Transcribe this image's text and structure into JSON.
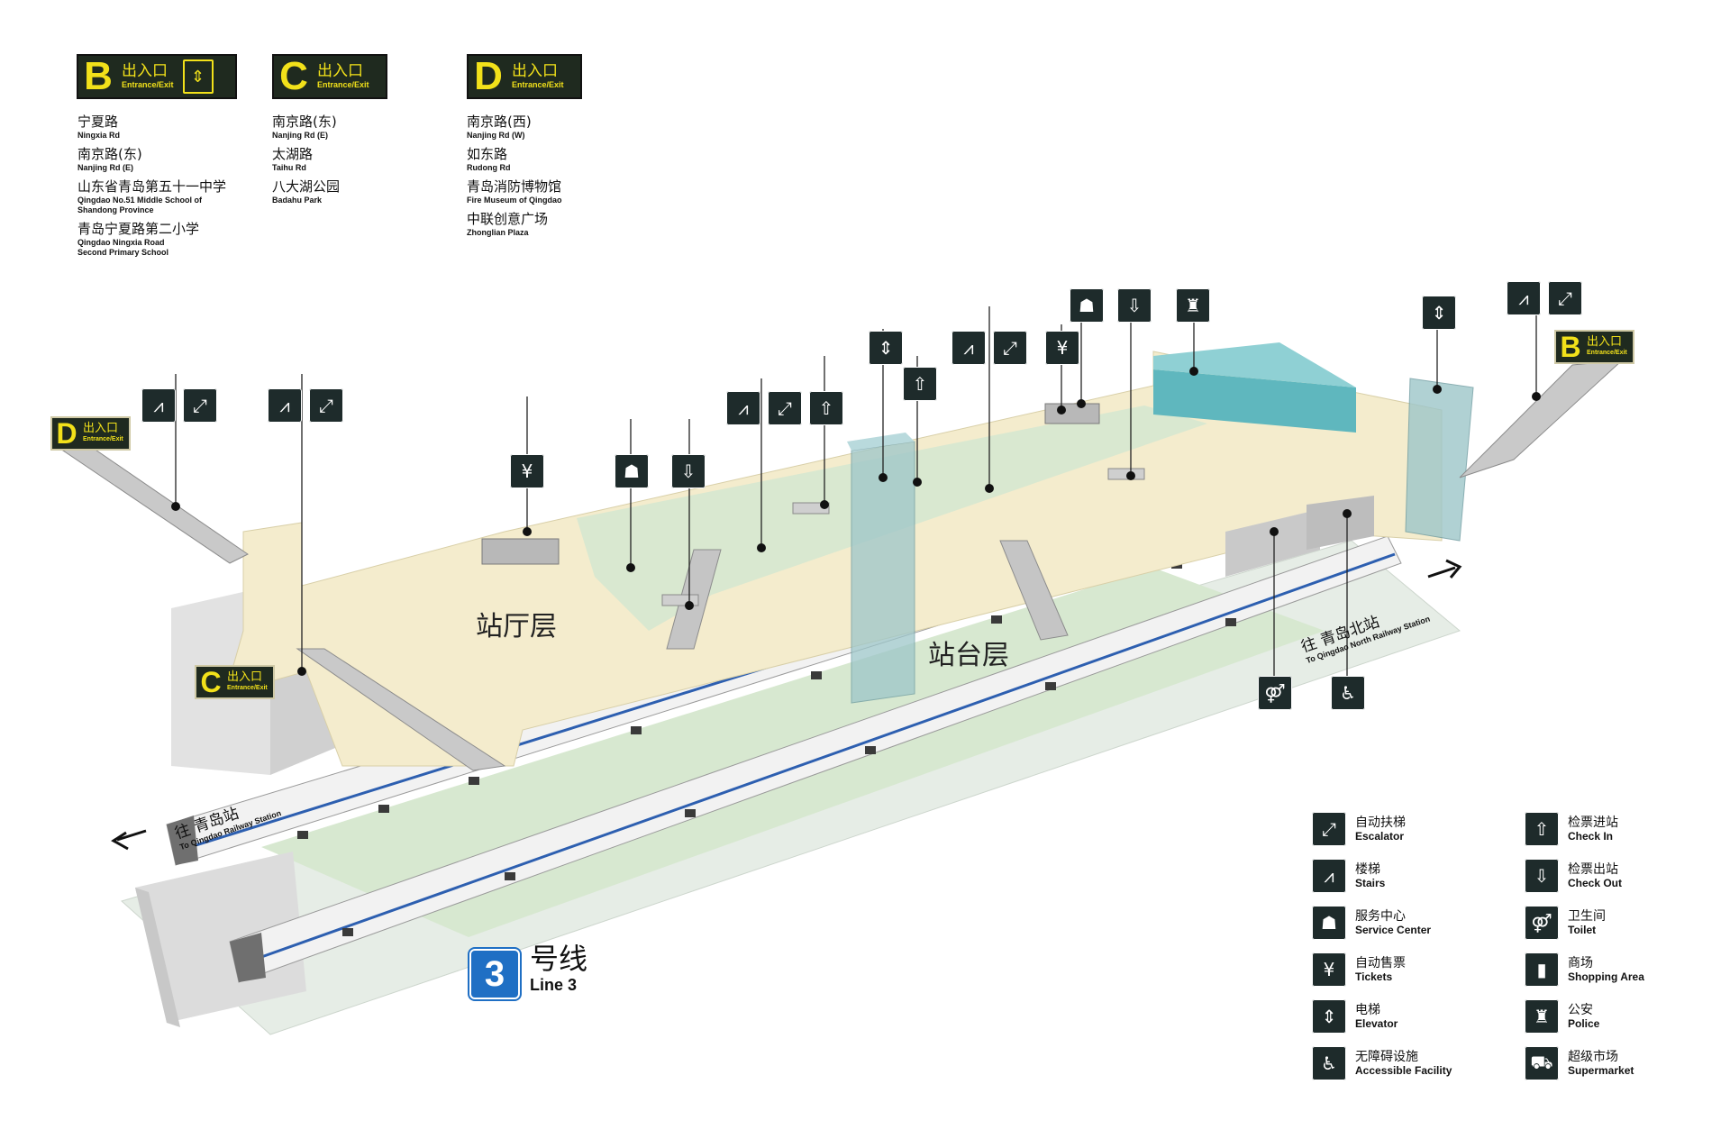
{
  "exits": [
    {
      "letter": "B",
      "label_cn": "出入口",
      "label_en": "Entrance/Exit",
      "has_elevator": true,
      "destinations": [
        {
          "cn": "宁夏路",
          "en": "Ningxia Rd"
        },
        {
          "cn": "南京路(东)",
          "en": "Nanjing Rd (E)"
        },
        {
          "cn": "山东省青岛第五十一中学",
          "en": "Qingdao No.51 Middle School of",
          "en2": "Shandong Province"
        },
        {
          "cn": "青岛宁夏路第二小学",
          "en": "Qingdao Ningxia Road",
          "en2": "Second Primary School"
        }
      ]
    },
    {
      "letter": "C",
      "label_cn": "出入口",
      "label_en": "Entrance/Exit",
      "has_elevator": false,
      "destinations": [
        {
          "cn": "南京路(东)",
          "en": "Nanjing Rd (E)"
        },
        {
          "cn": "太湖路",
          "en": "Taihu Rd"
        },
        {
          "cn": "八大湖公园",
          "en": "Badahu Park"
        }
      ]
    },
    {
      "letter": "D",
      "label_cn": "出入口",
      "label_en": "Entrance/Exit",
      "has_elevator": false,
      "destinations": [
        {
          "cn": "南京路(西)",
          "en": "Nanjing Rd (W)"
        },
        {
          "cn": "如东路",
          "en": "Rudong Rd"
        },
        {
          "cn": "青岛消防博物馆",
          "en": "Fire Museum of Qingdao"
        },
        {
          "cn": "中联创意广场",
          "en": "Zhonglian Plaza"
        }
      ]
    }
  ],
  "map_exits": {
    "D": {
      "letter": "D",
      "cn": "出入口",
      "en": "Entrance/Exit"
    },
    "C": {
      "letter": "C",
      "cn": "出入口",
      "en": "Entrance/Exit"
    },
    "B": {
      "letter": "B",
      "cn": "出入口",
      "en": "Entrance/Exit"
    }
  },
  "floors": {
    "concourse": "站厅层",
    "platform": "站台层"
  },
  "directions": {
    "north": {
      "cn": "往 青岛北站",
      "en": "To Qingdao North Railway Station"
    },
    "south": {
      "cn": "往 青岛站",
      "en": "To Qingdao Railway Station"
    }
  },
  "line": {
    "number": "3",
    "cn": "号线",
    "en": "Line 3",
    "color": "#1f6fc4"
  },
  "legend": [
    {
      "icon": "escalator-icon",
      "glyph": "⤢",
      "cn": "自动扶梯",
      "en": "Escalator"
    },
    {
      "icon": "check-in-icon",
      "glyph": "⇧",
      "cn": "检票进站",
      "en": "Check In"
    },
    {
      "icon": "stairs-icon",
      "glyph": "⩘",
      "cn": "楼梯",
      "en": "Stairs"
    },
    {
      "icon": "check-out-icon",
      "glyph": "⇩",
      "cn": "检票出站",
      "en": "Check Out"
    },
    {
      "icon": "service-center-icon",
      "glyph": "☗",
      "cn": "服务中心",
      "en": "Service Center"
    },
    {
      "icon": "toilet-icon",
      "glyph": "⚤",
      "cn": "卫生间",
      "en": "Toilet"
    },
    {
      "icon": "tickets-icon",
      "glyph": "¥",
      "cn": "自动售票",
      "en": "Tickets"
    },
    {
      "icon": "shopping-area-icon",
      "glyph": "▮",
      "cn": "商场",
      "en": "Shopping Area"
    },
    {
      "icon": "elevator-icon",
      "glyph": "⇕",
      "cn": "电梯",
      "en": "Elevator"
    },
    {
      "icon": "police-icon",
      "glyph": "♜",
      "cn": "公安",
      "en": "Police"
    },
    {
      "icon": "accessible-facility-icon",
      "glyph": "♿",
      "cn": "无障碍设施",
      "en": "Accessible Facility"
    },
    {
      "icon": "supermarket-icon",
      "glyph": "⛟",
      "cn": "超级市场",
      "en": "Supermarket"
    }
  ]
}
